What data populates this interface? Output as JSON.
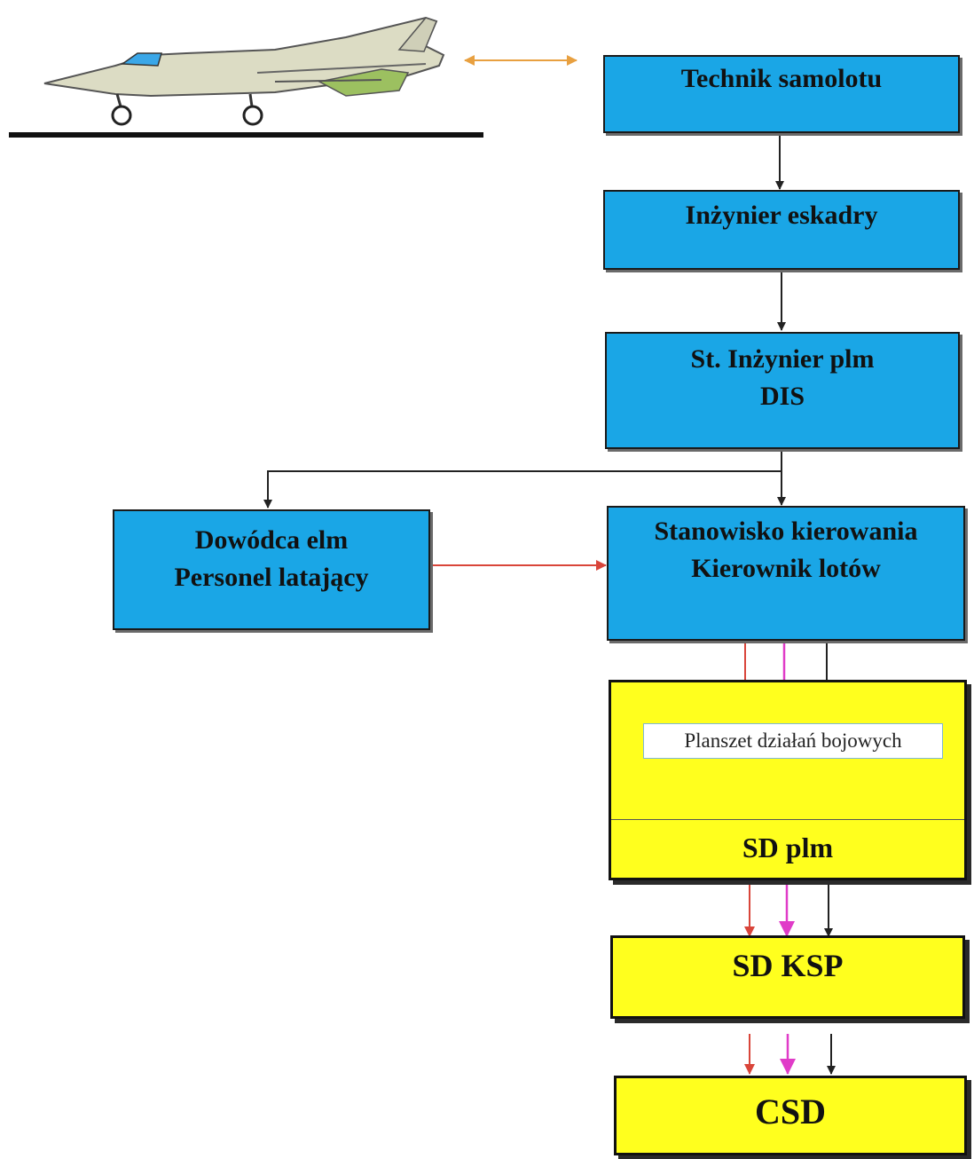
{
  "boxes": {
    "technik": "Technik samolotu",
    "inzynier": "Inżynier eskadry",
    "st_inzynier": [
      "St. Inżynier plm",
      "DIS"
    ],
    "dowodca": [
      "Dowódca elm",
      "Personel latający"
    ],
    "stanowisko": [
      "Stanowisko kierowania",
      "Kierownik lotów"
    ],
    "planszet": "Planszet działań bojowych",
    "sd_plm": "SD plm",
    "sd_ksp": "SD KSP",
    "csd": "CSD"
  },
  "colors": {
    "blue_box": "#1aa6e6",
    "yellow_box": "#ffff1e",
    "arrow_black": "#222222",
    "arrow_red": "#d9453a",
    "arrow_magenta": "#e03cc8",
    "arrow_orange": "#e8a040"
  },
  "icons": [
    "aircraft-icon"
  ]
}
